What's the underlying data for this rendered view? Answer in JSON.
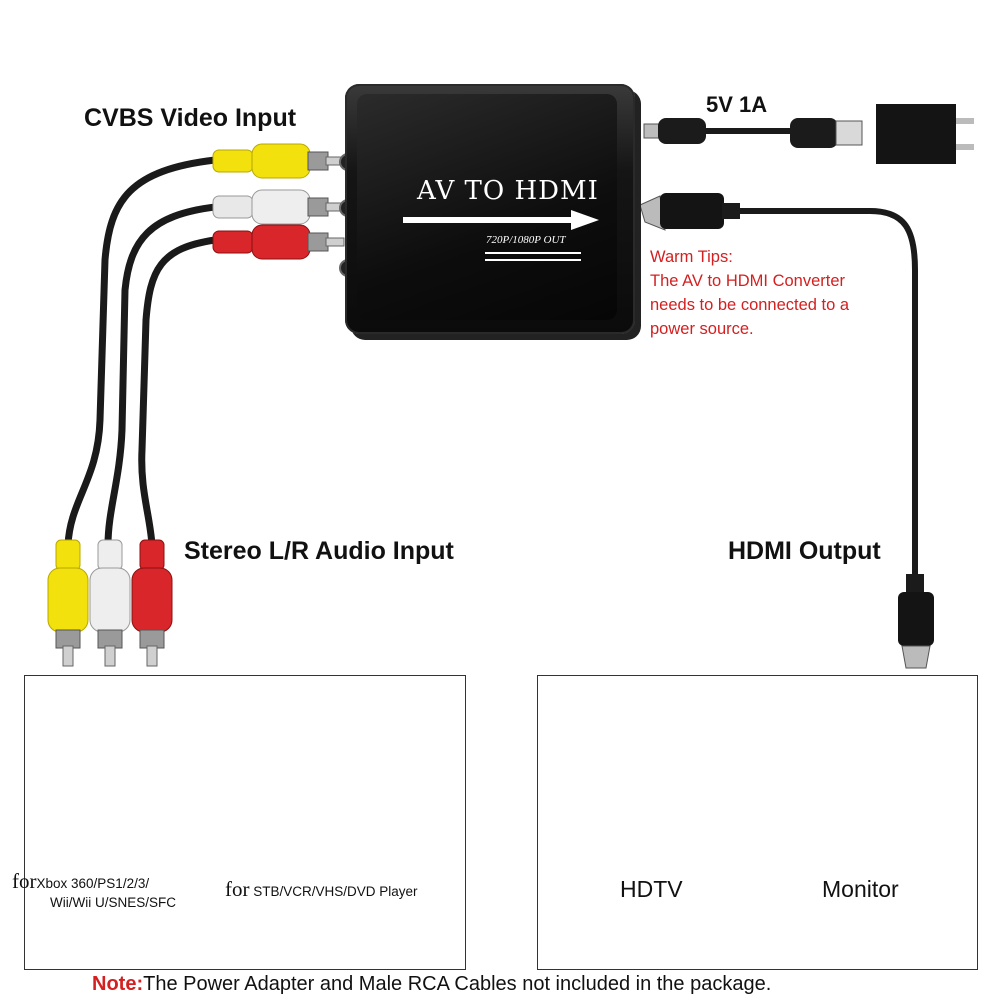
{
  "labels": {
    "cvbs_input": "CVBS Video Input",
    "stereo_input": "Stereo L/R Audio Input",
    "hdmi_output": "HDMI Output",
    "power": "5V 1A"
  },
  "converter": {
    "title": "AV TO HDMI",
    "subtitle": "720P/1080P OUT"
  },
  "warm_tips": {
    "heading": "Warm Tips:",
    "lines": [
      "The AV to HDMI Converter",
      "needs to be connected to a",
      "power source."
    ]
  },
  "sources": [
    {
      "prefix": "for",
      "line1": "Xbox 360/PS1/2/3/",
      "line2": "Wii/Wii U/SNES/SFC"
    },
    {
      "prefix": "for",
      "line1": "STB/VCR/VHS/DVD Player"
    }
  ],
  "displays": [
    {
      "label": "HDTV"
    },
    {
      "label": "Monitor"
    }
  ],
  "note": {
    "prefix": "Note:",
    "text": "The Power Adapter and Male RCA Cables not included in the package."
  },
  "colors": {
    "tip_red": "#d42020",
    "rca_yellow": "#f2e10c",
    "rca_white": "#e8e8e8",
    "rca_red": "#d8262a",
    "converter_body": "#111111"
  }
}
